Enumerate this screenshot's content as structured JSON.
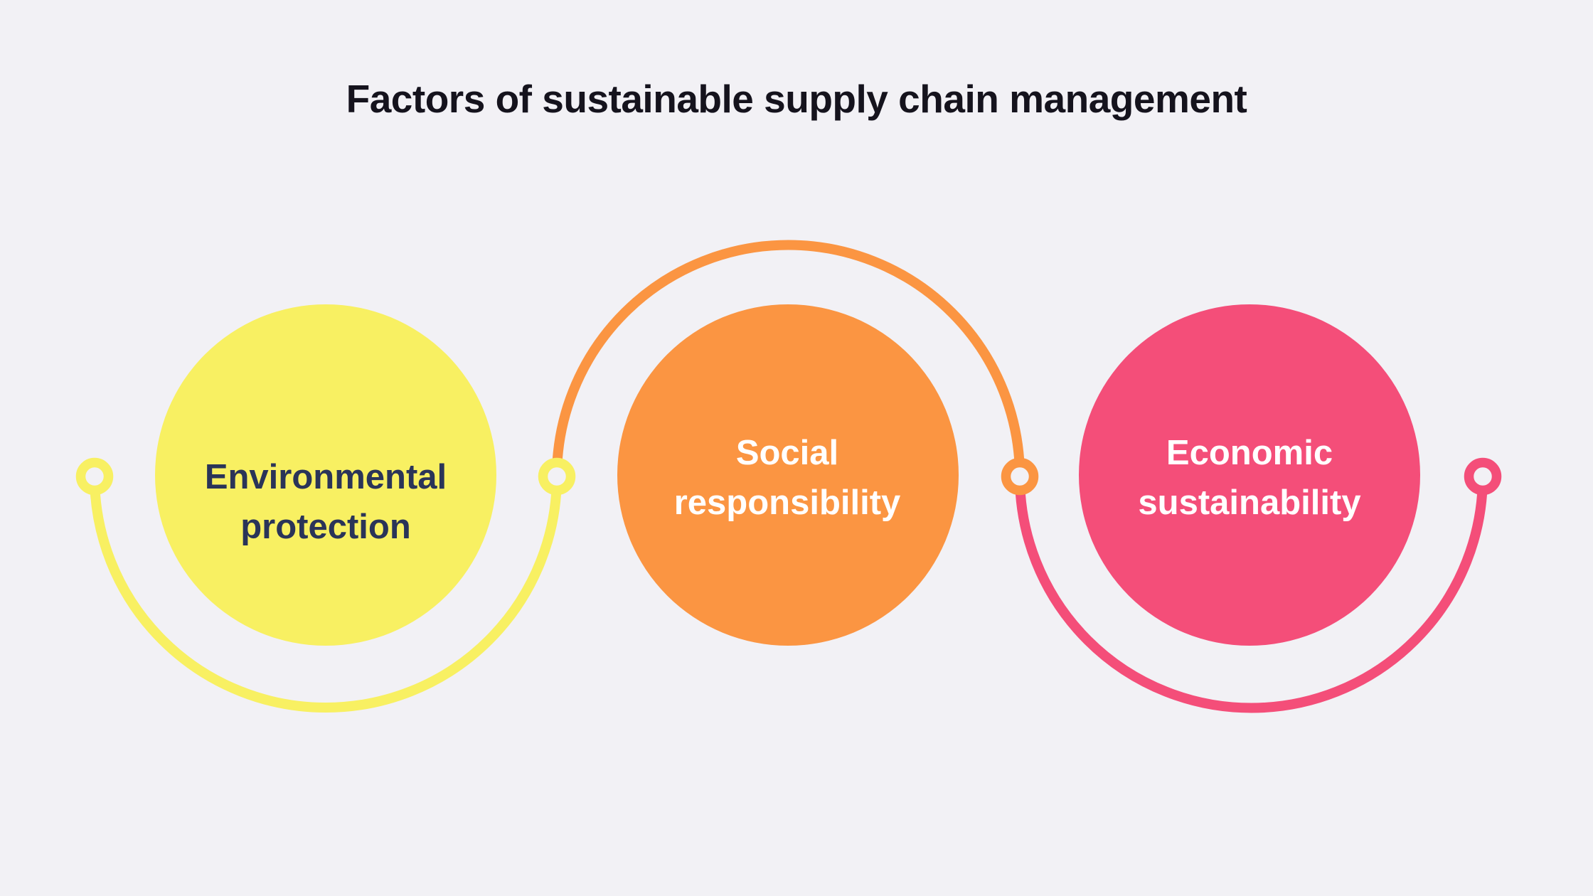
{
  "title": {
    "text": "Factors of sustainable supply chain management"
  },
  "colors": {
    "background": "#F2F1F5",
    "yellow": "#F8F062",
    "orange": "#FB9542",
    "pink": "#F44E79",
    "navy_text": "#2A3458",
    "title_text": "#15131D",
    "white_text": "#FFFFFF"
  },
  "diagram": {
    "type": "process-circle-chain",
    "nodes": [
      {
        "id": "environmental-protection",
        "label_line1": "Environmental",
        "label_line2": "protection",
        "fill_color": "#F8F062",
        "text_color": "#2A3458"
      },
      {
        "id": "social-responsibility",
        "label_line1": "Social",
        "label_line2": "responsibility",
        "fill_color": "#FB9542",
        "text_color": "#FFFFFF"
      },
      {
        "id": "economic-sustainability",
        "label_line1": "Economic",
        "label_line2": "sustainability",
        "fill_color": "#F44E79",
        "text_color": "#FFFFFF"
      }
    ]
  }
}
